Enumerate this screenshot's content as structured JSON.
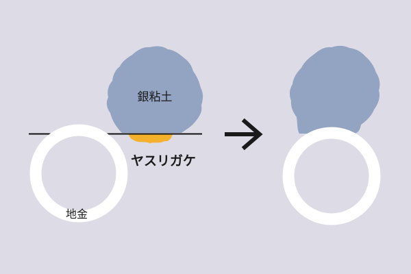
{
  "colors": {
    "background": "#dddbe6",
    "clay": "#93a4c3",
    "filings": "#f3b12c",
    "ring": "#ffffff",
    "line": "#111111",
    "arrow": "#1a1a1a"
  },
  "labels": {
    "clay": "銀粘土",
    "filings": "ヤスリガケ",
    "ring_base": "地金"
  },
  "icons": {
    "arrow": "arrow-right-icon"
  }
}
